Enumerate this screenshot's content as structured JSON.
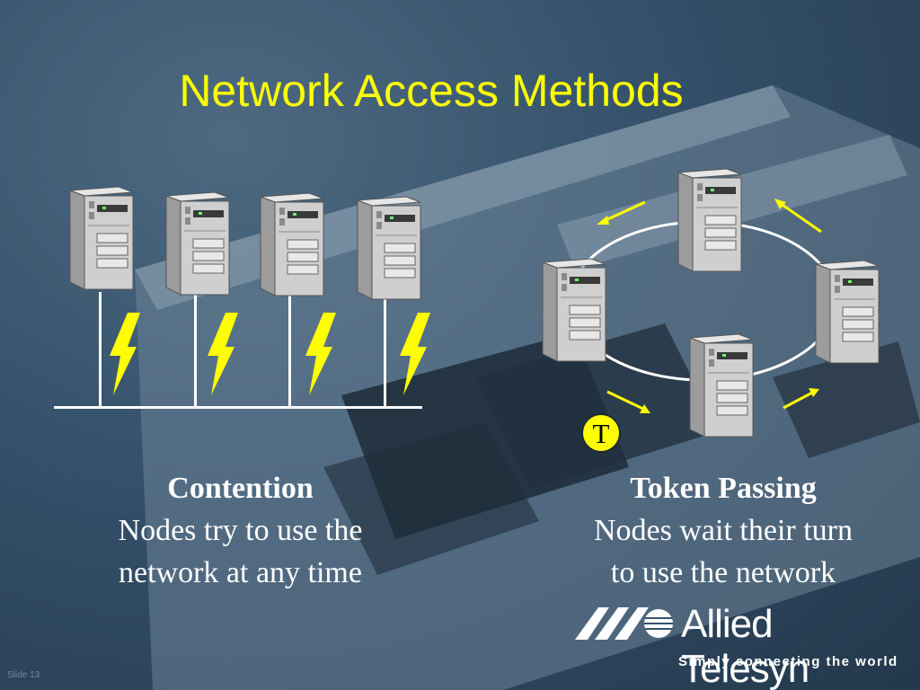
{
  "title": "Network Access Methods",
  "contention": {
    "heading": "Contention",
    "line1": "Nodes try to use the",
    "line2": "network at any time"
  },
  "token_passing": {
    "heading": "Token Passing",
    "line1": "Nodes wait their turn",
    "line2": "to use the network",
    "token_label": "T"
  },
  "logo": {
    "name": "Allied Telesyn",
    "tagline": "Simply connecting the world"
  },
  "footer": "Slide 13",
  "colors": {
    "title": "#ffff00",
    "bolt": "#ffff00",
    "token": "#ffff00",
    "text": "#ffffff",
    "arrow": "#ffff00"
  },
  "icons": [
    "server-tower-icon",
    "lightning-bolt-icon",
    "arrow-icon",
    "token-icon"
  ]
}
